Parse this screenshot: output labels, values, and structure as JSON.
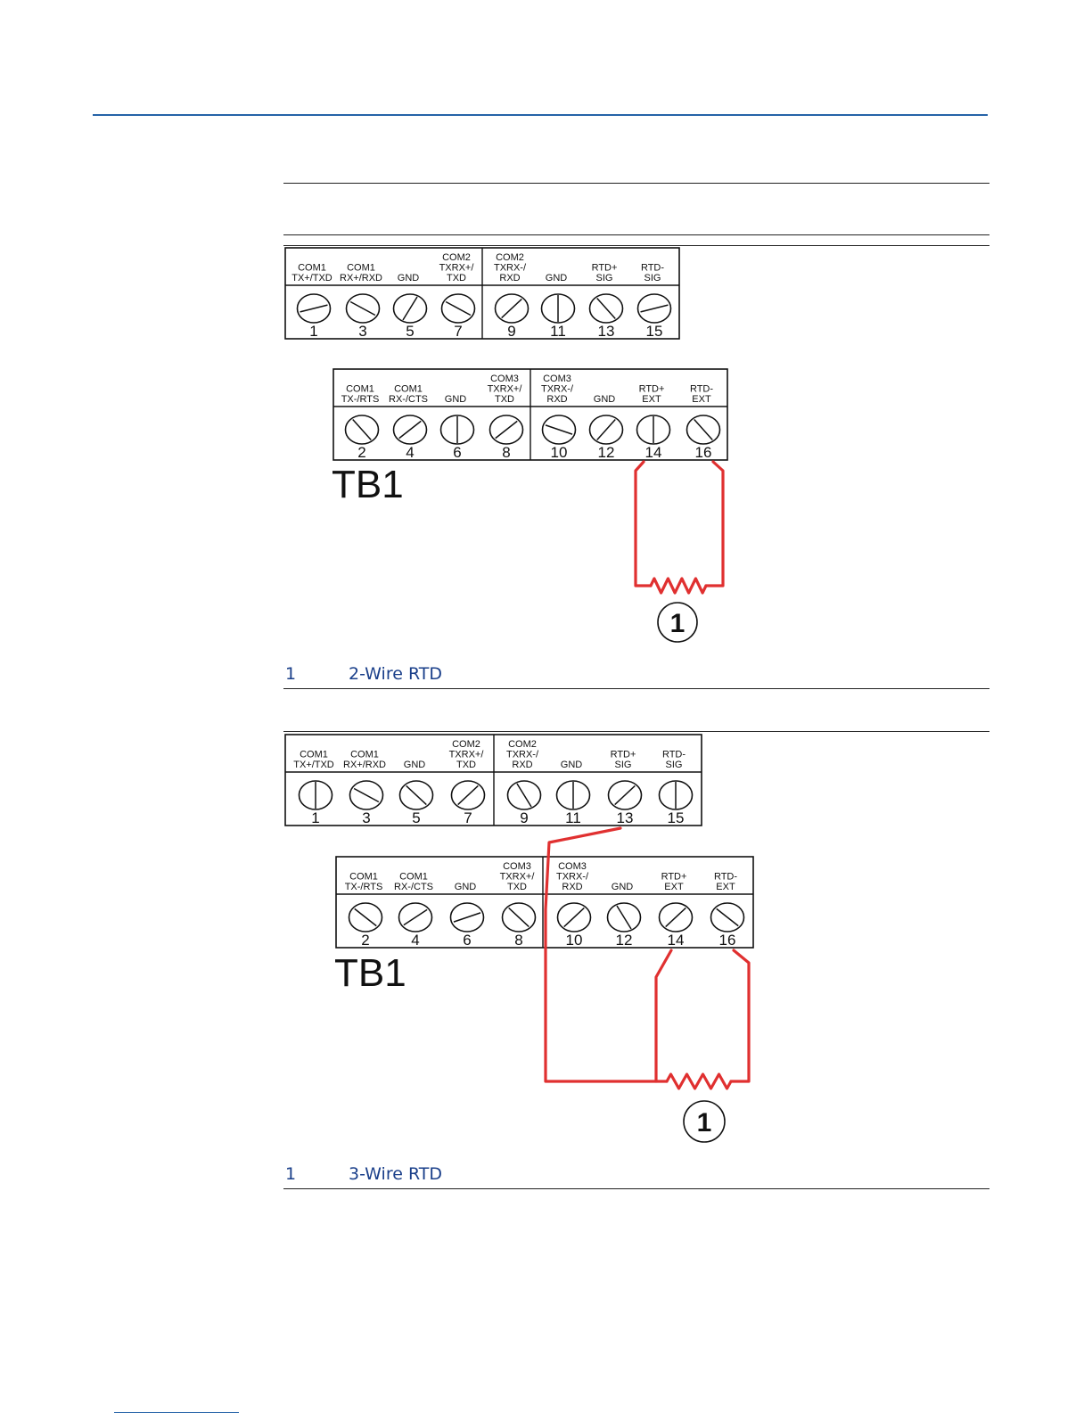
{
  "colors": {
    "header_rule": "#2563a8",
    "wire": "#e03030",
    "ink": "#111111",
    "caption_text": "#1a3f8a"
  },
  "figures": [
    {
      "id": "two-wire",
      "block_label": "TB1",
      "callout_number": "1",
      "legend": {
        "number": "1",
        "text": "2-Wire RTD"
      },
      "top_row": {
        "terminals": [
          {
            "label": [
              "COM1",
              "TX+/TXD"
            ],
            "number": "1"
          },
          {
            "label": [
              "COM1",
              "RX+/RXD"
            ],
            "number": "3"
          },
          {
            "label": [
              "GND"
            ],
            "number": "5"
          },
          {
            "label": [
              "COM2",
              "TXRX+/",
              "TXD"
            ],
            "number": "7"
          },
          {
            "label": [
              "COM2",
              "TXRX-/",
              "RXD"
            ],
            "number": "9"
          },
          {
            "label": [
              "GND"
            ],
            "number": "11"
          },
          {
            "label": [
              "RTD+",
              "SIG"
            ],
            "number": "13"
          },
          {
            "label": [
              "RTD-",
              "SIG"
            ],
            "number": "15"
          }
        ]
      },
      "bottom_row": {
        "terminals": [
          {
            "label": [
              "COM1",
              "TX-/RTS"
            ],
            "number": "2"
          },
          {
            "label": [
              "COM1",
              "RX-/CTS"
            ],
            "number": "4"
          },
          {
            "label": [
              "GND"
            ],
            "number": "6"
          },
          {
            "label": [
              "COM3",
              "TXRX+/",
              "TXD"
            ],
            "number": "8"
          },
          {
            "label": [
              "COM3",
              "TXRX-/",
              "RXD"
            ],
            "number": "10"
          },
          {
            "label": [
              "GND"
            ],
            "number": "12"
          },
          {
            "label": [
              "RTD+",
              "EXT"
            ],
            "number": "14"
          },
          {
            "label": [
              "RTD-",
              "EXT"
            ],
            "number": "16"
          }
        ]
      }
    },
    {
      "id": "three-wire",
      "block_label": "TB1",
      "callout_number": "1",
      "legend": {
        "number": "1",
        "text": "3-Wire RTD"
      },
      "top_row": {
        "terminals": [
          {
            "label": [
              "COM1",
              "TX+/TXD"
            ],
            "number": "1"
          },
          {
            "label": [
              "COM1",
              "RX+/RXD"
            ],
            "number": "3"
          },
          {
            "label": [
              "GND"
            ],
            "number": "5"
          },
          {
            "label": [
              "COM2",
              "TXRX+/",
              "TXD"
            ],
            "number": "7"
          },
          {
            "label": [
              "COM2",
              "TXRX-/",
              "RXD"
            ],
            "number": "9"
          },
          {
            "label": [
              "GND"
            ],
            "number": "11"
          },
          {
            "label": [
              "RTD+",
              "SIG"
            ],
            "number": "13"
          },
          {
            "label": [
              "RTD-",
              "SIG"
            ],
            "number": "15"
          }
        ]
      },
      "bottom_row": {
        "terminals": [
          {
            "label": [
              "COM1",
              "TX-/RTS"
            ],
            "number": "2"
          },
          {
            "label": [
              "COM1",
              "RX-/CTS"
            ],
            "number": "4"
          },
          {
            "label": [
              "GND"
            ],
            "number": "6"
          },
          {
            "label": [
              "COM3",
              "TXRX+/",
              "TXD"
            ],
            "number": "8"
          },
          {
            "label": [
              "COM3",
              "TXRX-/",
              "RXD"
            ],
            "number": "10"
          },
          {
            "label": [
              "GND"
            ],
            "number": "12"
          },
          {
            "label": [
              "RTD+",
              "EXT"
            ],
            "number": "14"
          },
          {
            "label": [
              "RTD-",
              "EXT"
            ],
            "number": "16"
          }
        ]
      }
    }
  ]
}
